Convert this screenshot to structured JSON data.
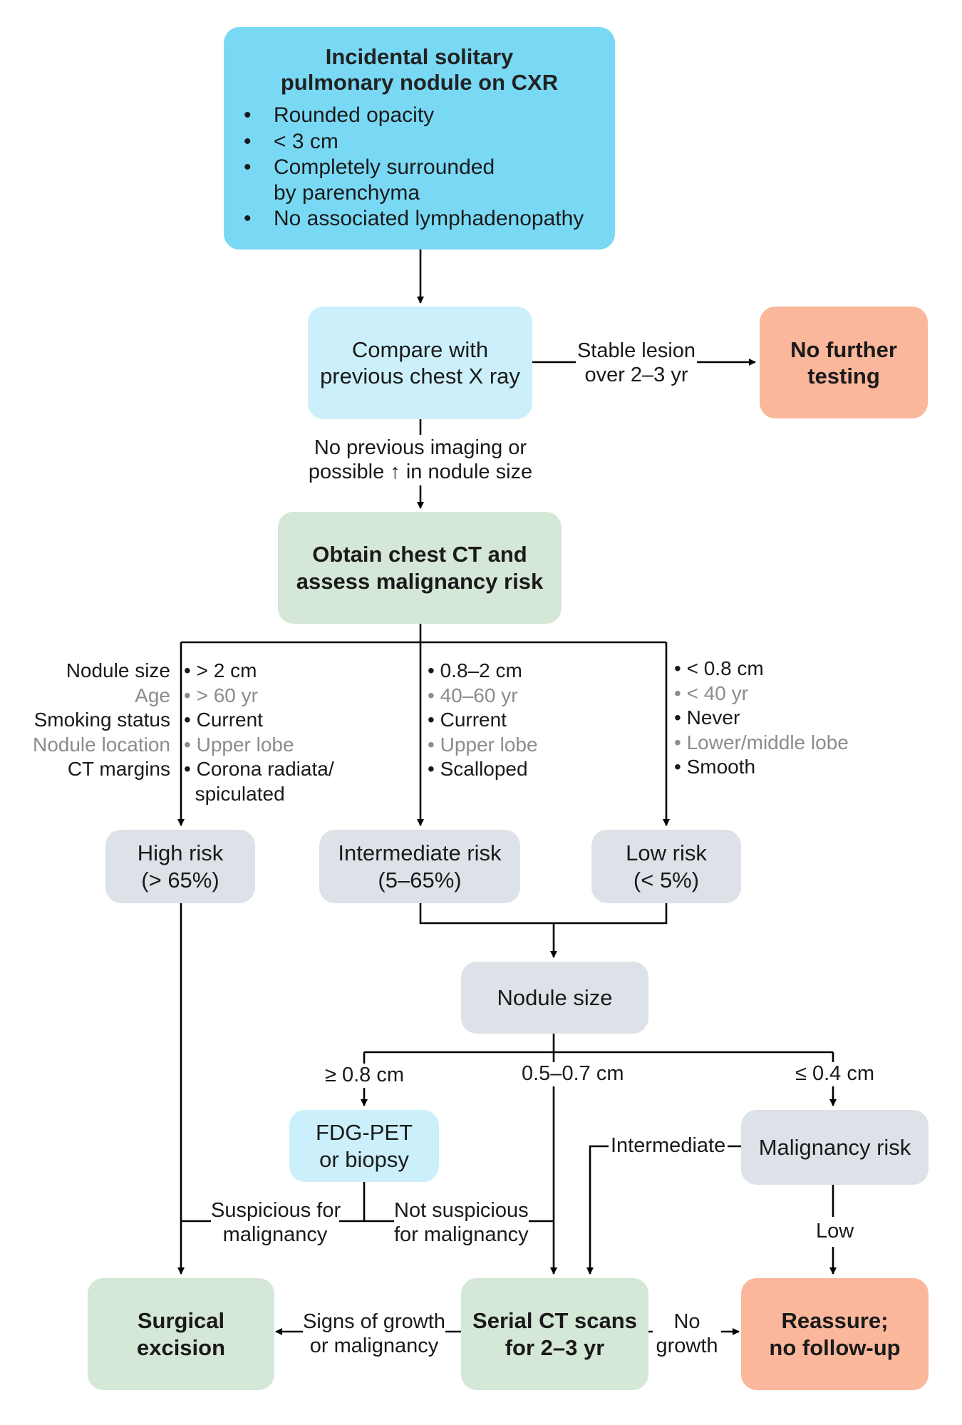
{
  "nodes": {
    "start": {
      "title": "Incidental solitary pulmonary nodule on CXR",
      "bullets": [
        "Rounded opacity",
        "< 3 cm",
        "Completely surrounded by parenchyma",
        "No associated lymphadenopathy"
      ]
    },
    "compare": "Compare with previous chest X ray",
    "no_further": "No further testing",
    "obtain_ct": "Obtain chest CT and assess malignancy risk",
    "high_risk": {
      "line1": "High risk",
      "line2": "(> 65%)"
    },
    "intermediate_risk": {
      "line1": "Intermediate risk",
      "line2": "(5–65%)"
    },
    "low_risk": {
      "line1": "Low risk",
      "line2": "(< 5%)"
    },
    "nodule_size": "Nodule size",
    "fdg_pet": {
      "line1": "FDG-PET",
      "line2": "or biopsy"
    },
    "malignancy_risk": "Malignancy risk",
    "surgical": {
      "line1": "Surgical",
      "line2": "excision"
    },
    "serial_ct": {
      "line1": "Serial CT scans",
      "line2": "for 2–3 yr"
    },
    "reassure": {
      "line1": "Reassure;",
      "line2": "no follow-up"
    }
  },
  "edge_labels": {
    "stable": {
      "line1": "Stable lesion",
      "line2": "over 2–3 yr"
    },
    "no_previous": {
      "line1": "No previous imaging or",
      "line2": "possible ↑ in nodule size"
    },
    "ge_08": "≥ 0.8 cm",
    "mid_size": "0.5–0.7 cm",
    "le_04": "≤ 0.4 cm",
    "intermediate": "Intermediate",
    "low": "Low",
    "suspicious": {
      "line1": "Suspicious for",
      "line2": "malignancy"
    },
    "not_suspicious": {
      "line1": "Not suspicious",
      "line2": "for malignancy"
    },
    "signs_growth": {
      "line1": "Signs of growth",
      "line2": "or malignancy"
    },
    "no_growth": {
      "line1": "No",
      "line2": "growth"
    }
  },
  "criteria": {
    "labels": [
      "Nodule size",
      "Age",
      "Smoking status",
      "Nodule location",
      "CT margins"
    ],
    "high": [
      "> 2 cm",
      "> 60 yr",
      "Current",
      "Upper lobe",
      "Corona radiata/",
      "spiculated"
    ],
    "intermediate": [
      "0.8–2 cm",
      "40–60 yr",
      "Current",
      "Upper lobe",
      "Scalloped"
    ],
    "low": [
      "< 0.8 cm",
      "< 40 yr",
      "Never",
      "Lower/middle lobe",
      "Smooth"
    ]
  },
  "colors": {
    "dark_blue": "#79d9f4",
    "light_blue": "#ccf0fb",
    "green": "#d5e7d6",
    "salmon": "#fbb79b",
    "gray": "#dde2e8",
    "faded_text": "#8c8c8c"
  }
}
